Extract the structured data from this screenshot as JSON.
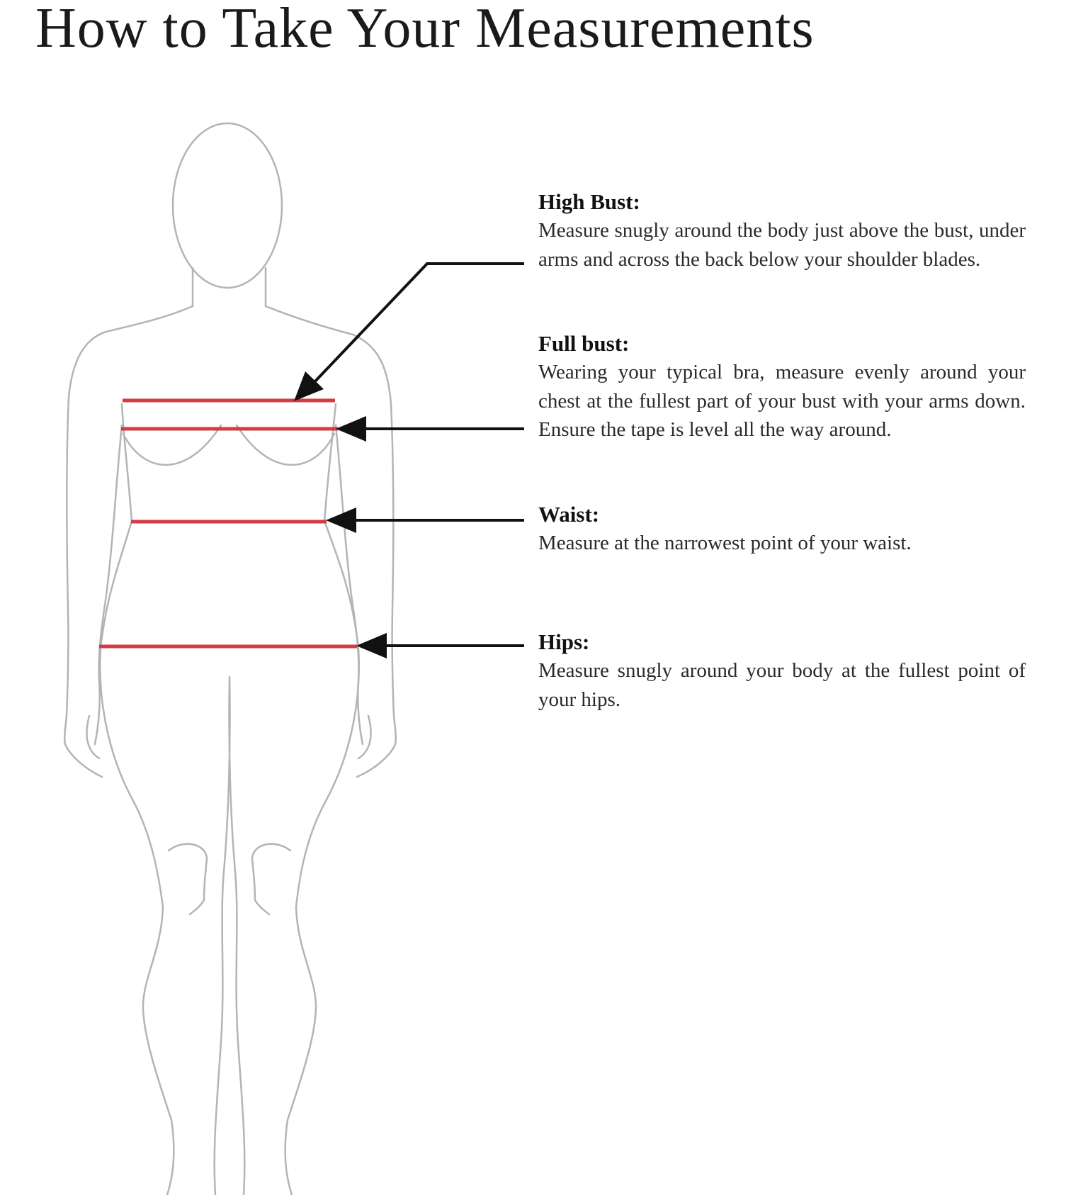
{
  "title": "How to Take Your Measurements",
  "colors": {
    "outline": "#b4b4b4",
    "measure_line": "#d23c44",
    "arrow": "#111111"
  },
  "measurements": [
    {
      "id": "high-bust",
      "heading": "High Bust:",
      "text": "Measure snugly around the body just above the bust, under arms and across the back below your shoulder blades."
    },
    {
      "id": "full-bust",
      "heading": "Full bust:",
      "text": "Wearing your typical bra, measure evenly around your chest at the fullest part of your bust with your arms down. Ensure the tape is level all the way around."
    },
    {
      "id": "waist",
      "heading": "Waist:",
      "text": "Measure at the narrowest point of your waist."
    },
    {
      "id": "hips",
      "heading": "Hips:",
      "text": "Measure snugly around your body at the fullest point of your hips."
    }
  ]
}
